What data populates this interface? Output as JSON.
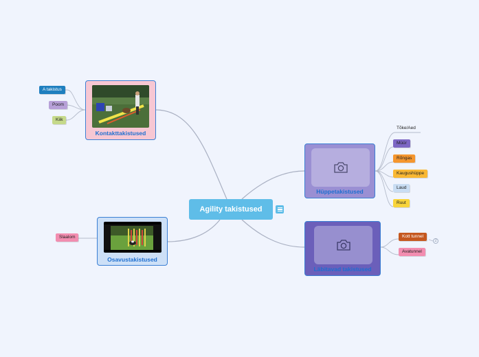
{
  "central": {
    "label": "Agility takistused"
  },
  "topics": {
    "contact": {
      "label": "Kontakttakistused",
      "bg": "#f7c7d3",
      "leaves": [
        "A takistus",
        "Poom",
        "Kiik"
      ]
    },
    "weave": {
      "label": "Osavustakistused",
      "bg": "#cde0f7",
      "leaves": [
        "Slaalom"
      ]
    },
    "jump": {
      "label": "Hüppetakistused",
      "bg": "#9a8fd3",
      "leaves": [
        "Tõke/Aed",
        "Müür",
        "Rõngas",
        "Kaugushüppe",
        "Laud",
        "Ruut"
      ]
    },
    "tunnel": {
      "label": "Läbitavad takistused",
      "bg": "#6b5fba",
      "leaves": [
        "Kott tunnel",
        "Avatunnel"
      ]
    }
  },
  "icons": {
    "notes": "notes-icon",
    "placeholder": "camera-icon",
    "collapse": "collapse-count-icon"
  },
  "collapse_count": "2",
  "colors": {
    "background": "#f0f4fd",
    "central": "#5fbde8",
    "border": "#3a7fd4",
    "link": "#a9b0c2"
  }
}
